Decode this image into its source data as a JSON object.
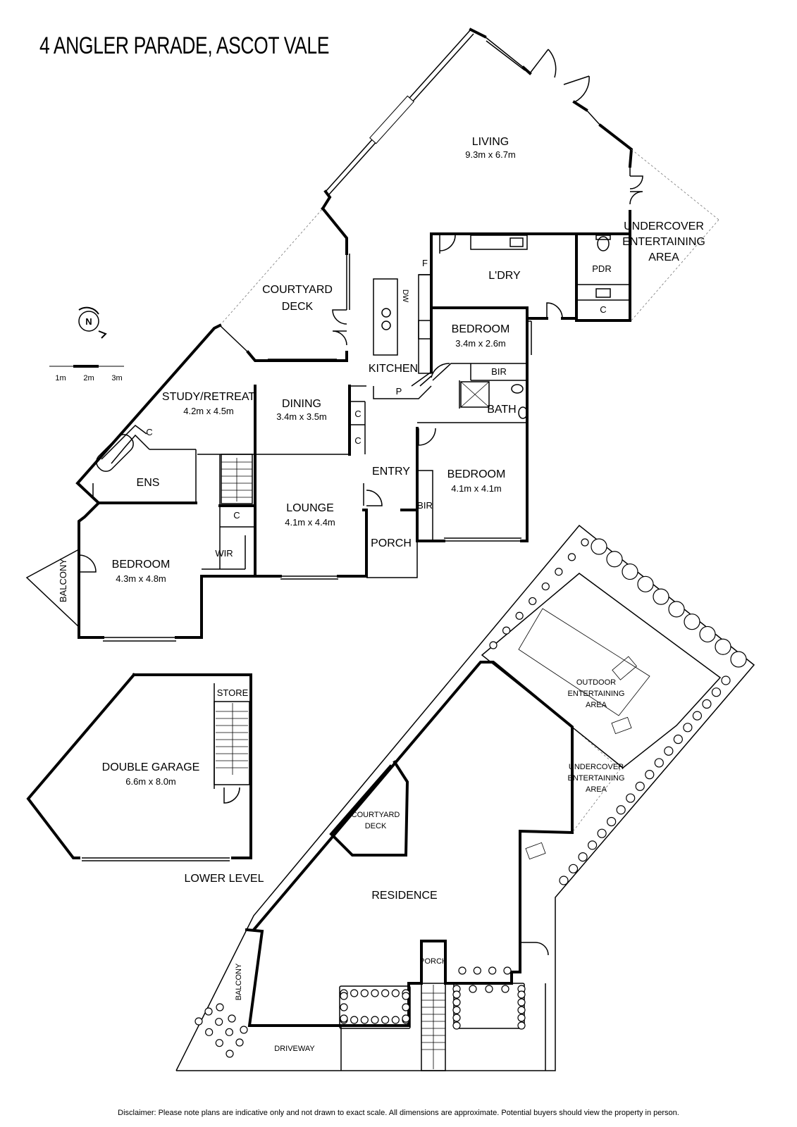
{
  "title": "4 ANGLER PARADE, ASCOT VALE",
  "rooms": {
    "living": {
      "name": "LIVING",
      "dims": "9.3m x 6.7m"
    },
    "undercover_entertaining": {
      "name_l1": "UNDERCOVER",
      "name_l2": "ENTERTAINING",
      "name_l3": "AREA"
    },
    "ldry": {
      "name": "L'DRY"
    },
    "pdr": {
      "name": "PDR"
    },
    "courtyard_deck": {
      "name_l1": "COURTYARD",
      "name_l2": "DECK"
    },
    "bedroom_small": {
      "name": "BEDROOM",
      "dims": "3.4m x 2.6m"
    },
    "kitchen": {
      "name": "KITCHEN"
    },
    "study": {
      "name": "STUDY/RETREAT",
      "dims": "4.2m x 4.5m"
    },
    "dining": {
      "name": "DINING",
      "dims": "3.4m x 3.5m"
    },
    "bath": {
      "name": "BATH"
    },
    "entry": {
      "name": "ENTRY"
    },
    "bedroom_mid": {
      "name": "BEDROOM",
      "dims": "4.1m x 4.1m"
    },
    "ens": {
      "name": "ENS"
    },
    "lounge": {
      "name": "LOUNGE",
      "dims": "4.1m x 4.4m"
    },
    "porch": {
      "name": "PORCH"
    },
    "bedroom_main": {
      "name": "BEDROOM",
      "dims": "4.3m x 4.8m"
    },
    "wir": {
      "name": "WIR"
    },
    "balcony": {
      "name": "BALCONY"
    },
    "garage": {
      "name": "DOUBLE GARAGE",
      "dims": "6.6m x 8.0m"
    },
    "store": {
      "name": "STORE"
    }
  },
  "fixtures": {
    "c": "C",
    "p": "P",
    "f": "F",
    "dw": "DW",
    "bir": "BIR"
  },
  "scale_bar": {
    "labels": [
      "1m",
      "2m",
      "3m"
    ]
  },
  "compass": {
    "letter": "N"
  },
  "lower_level_label": "LOWER LEVEL",
  "site": {
    "residence": "RESIDENCE",
    "courtyard_deck_l1": "COURTYARD",
    "courtyard_deck_l2": "DECK",
    "outdoor_l1": "OUTDOOR",
    "outdoor_l2": "ENTERTAINING",
    "outdoor_l3": "AREA",
    "undercover_l1": "UNDERCOVER",
    "undercover_l2": "ENTERTAINING",
    "undercover_l3": "AREA",
    "porch": "PORCH",
    "balcony": "BALCONY",
    "driveway": "DRIVEWAY"
  },
  "disclaimer": "Disclaimer: Please note plans are indicative only and not drawn to exact scale. All dimensions are approximate. Potential buyers should view the property in person."
}
